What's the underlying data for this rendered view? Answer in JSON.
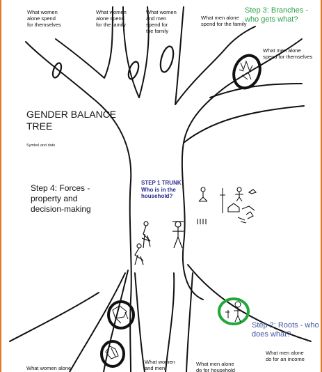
{
  "diagram": {
    "title": "GENDER BALANCE\nTREE",
    "symbol_note": "Symbol and date",
    "steps": {
      "step1": "STEP 1 TRUNK\nWho is in the\nhousehold?",
      "step2": "Step 2: Roots - who\ndoes what?",
      "step3": "Step 3:  Branches -\nwho gets what?",
      "step4": "Step 4: Forces -\nproperty and\n decision-making"
    },
    "branches": {
      "women_alone_self": "What women\nalone spend\nfor themselves",
      "women_alone_family": "What women\nalone spend\nfor the family",
      "women_and_men_family": "What women\nand men\nspend for\nthe family",
      "men_alone_family": "What men alone\nspend for the family",
      "men_alone_self": "What men alone\nspend for themselves"
    },
    "roots": {
      "women_alone": "What women alone",
      "women_and_men": "What women\nand men",
      "men_alone_household": "What men alone\ndo for household",
      "men_alone_income": "What men alone\ndo for an income"
    },
    "colors": {
      "border": "#e87722",
      "step1": "#2b2b8f",
      "step2": "#4254a0",
      "step3": "#2fa24a",
      "green_circle": "#22a83a"
    }
  }
}
